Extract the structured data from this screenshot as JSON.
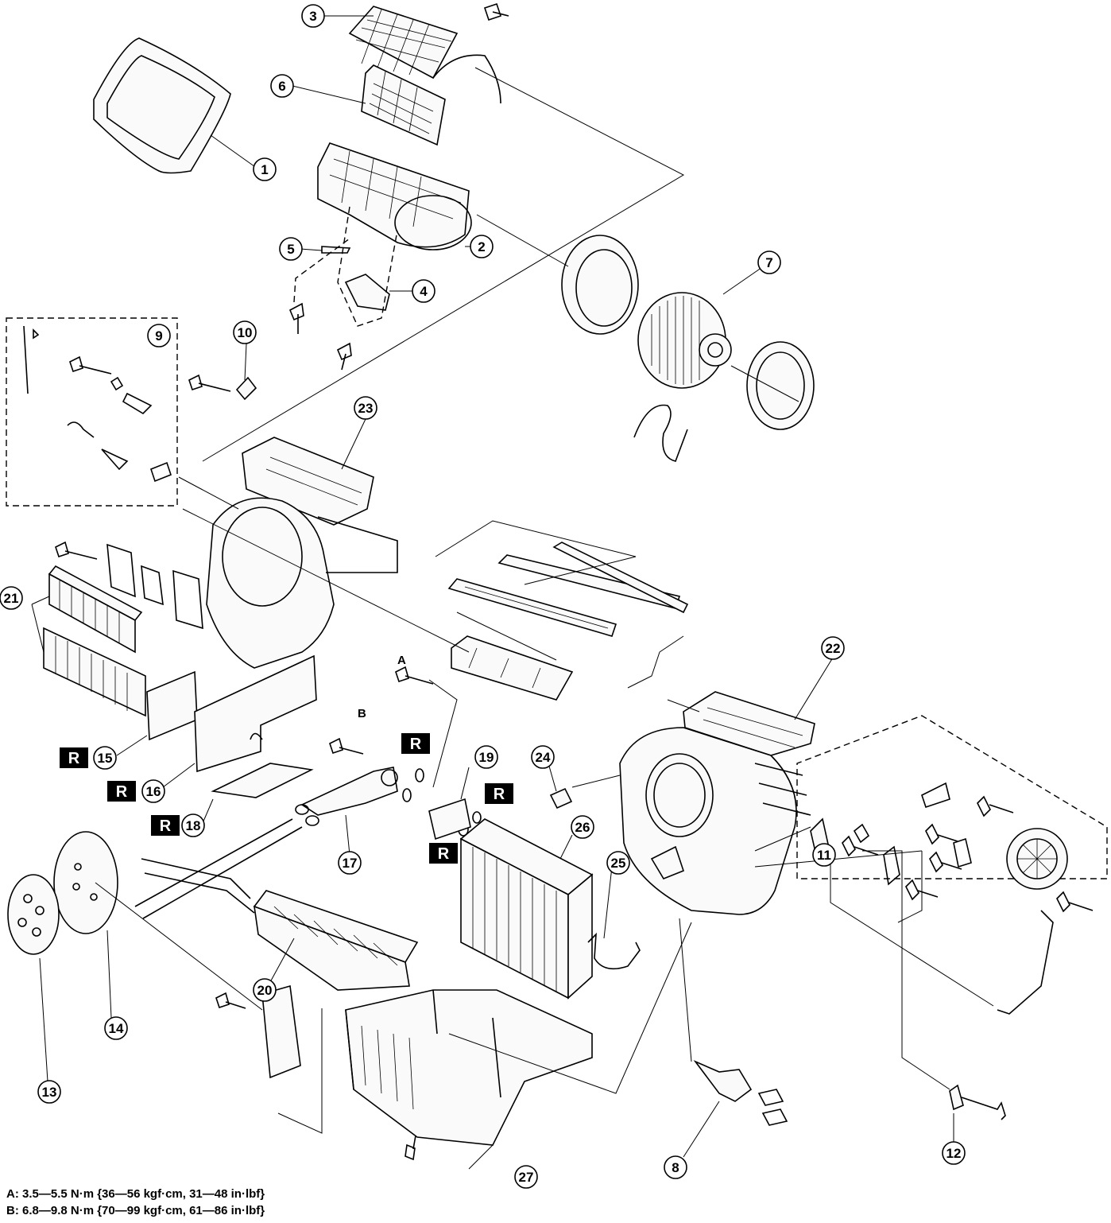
{
  "callouts": [
    "1",
    "2",
    "3",
    "4",
    "5",
    "6",
    "7",
    "8",
    "9",
    "10",
    "11",
    "12",
    "13",
    "14",
    "15",
    "16",
    "17",
    "18",
    "19",
    "20",
    "21",
    "22",
    "23",
    "24",
    "25",
    "26",
    "27"
  ],
  "replace_mark": "R",
  "torque_labels": {
    "a": "A",
    "b": "B"
  },
  "torque_specs": [
    "A: 3.5—5.5 N·m {36—56 kgf·cm, 31—48 in·lbf}",
    "B: 6.8—9.8 N·m {70—99 kgf·cm, 61—86 in·lbf}"
  ]
}
